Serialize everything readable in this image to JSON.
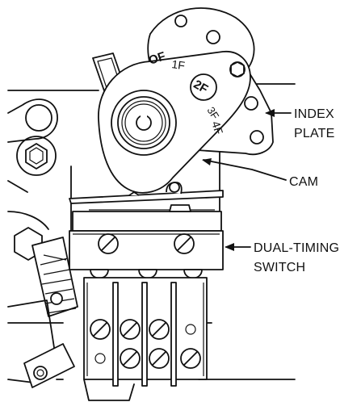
{
  "callouts": {
    "index_plate": {
      "line1": "INDEX",
      "line2": "PLATE"
    },
    "cam": "CAM",
    "dual_timing_switch": {
      "line1": "DUAL-TIMING",
      "line2": "SWITCH"
    }
  },
  "dial_markings": {
    "off": "OF",
    "one_f": "1F",
    "two_f": "2F",
    "three_f": "3F",
    "four_f": "4F"
  }
}
